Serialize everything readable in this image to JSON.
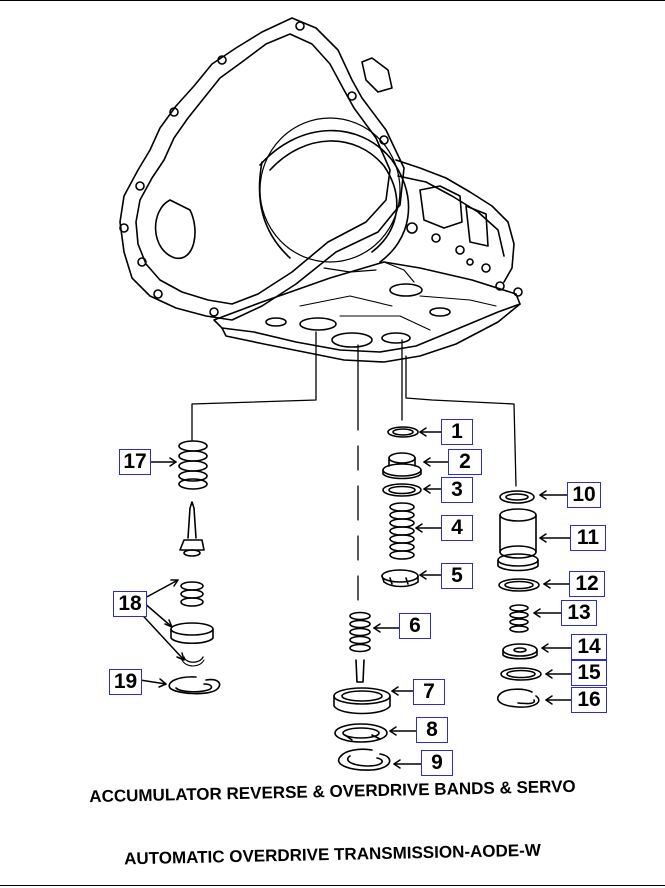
{
  "callouts": {
    "c1": "1",
    "c2": "2",
    "c3": "3",
    "c4": "4",
    "c5": "5",
    "c6": "6",
    "c7": "7",
    "c8": "8",
    "c9": "9",
    "c10": "10",
    "c11": "11",
    "c12": "12",
    "c13": "13",
    "c14": "14",
    "c15": "15",
    "c16": "16",
    "c17": "17",
    "c18": "18",
    "c19": "19"
  },
  "caption": {
    "line1": "ACCUMULATOR REVERSE & OVERDRIVE BANDS & SERVO",
    "line2": "AUTOMATIC OVERDRIVE TRANSMISSION-AODE-W"
  },
  "colors": {
    "callout_border": "#2b2bd6",
    "ink": "#000000",
    "background": "#ffffff"
  }
}
